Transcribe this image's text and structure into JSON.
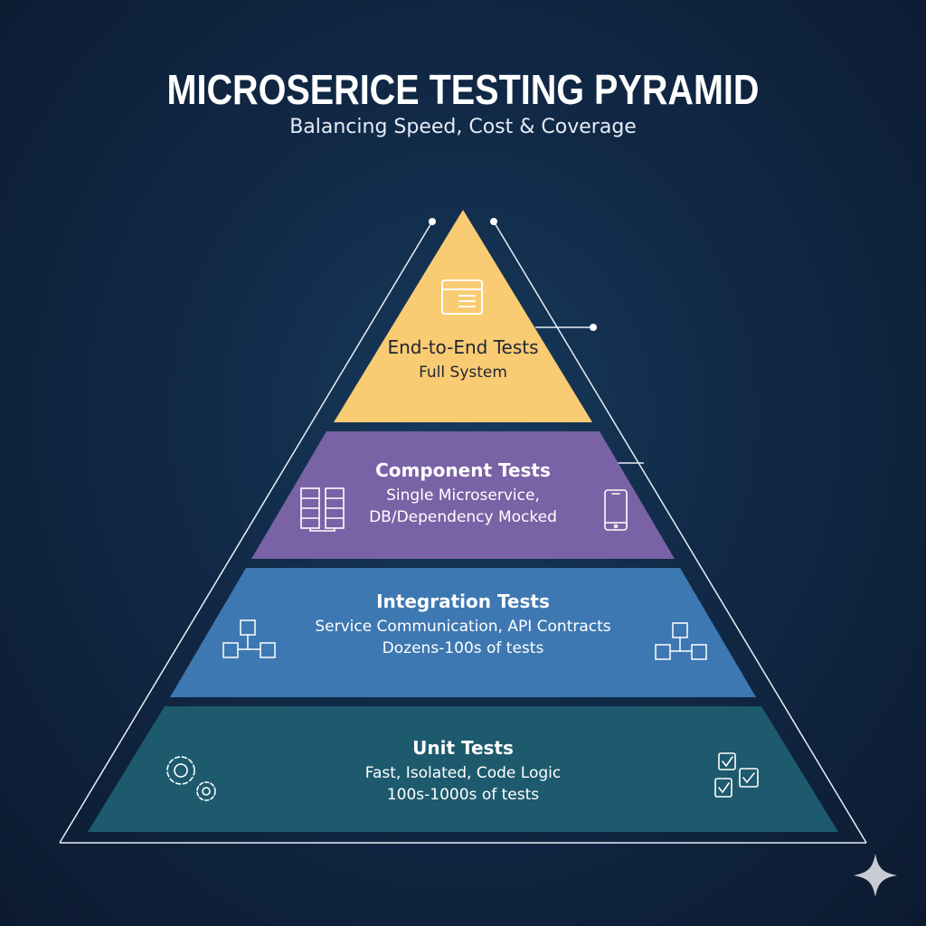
{
  "header": {
    "title": "MICROSERICE TESTING PYRAMID",
    "subtitle": "Balancing Speed, Cost & Coverage"
  },
  "tiers": [
    {
      "title": "End-to-End Tests",
      "lines": [
        "Full System"
      ],
      "color": "#F9CB72",
      "icon": "browser-window-icon"
    },
    {
      "title": "Component Tests",
      "lines": [
        "Single Microservice,",
        "DB/Dependency Mocked"
      ],
      "color": "#7A62A6",
      "icons": [
        "server-rack-icon",
        "mobile-phone-icon"
      ]
    },
    {
      "title": "Integration Tests",
      "lines": [
        "Service Communication, API Contracts",
        "Dozens-100s of tests"
      ],
      "color": "#3E78B2",
      "icons": [
        "connected-cubes-icon",
        "connected-cubes-icon"
      ]
    },
    {
      "title": "Unit Tests",
      "lines": [
        "Fast, Isolated, Code Logic",
        "100s-1000s of tests"
      ],
      "color": "#1D5A6E",
      "icons": [
        "gears-icon",
        "checklist-icon"
      ]
    }
  ]
}
